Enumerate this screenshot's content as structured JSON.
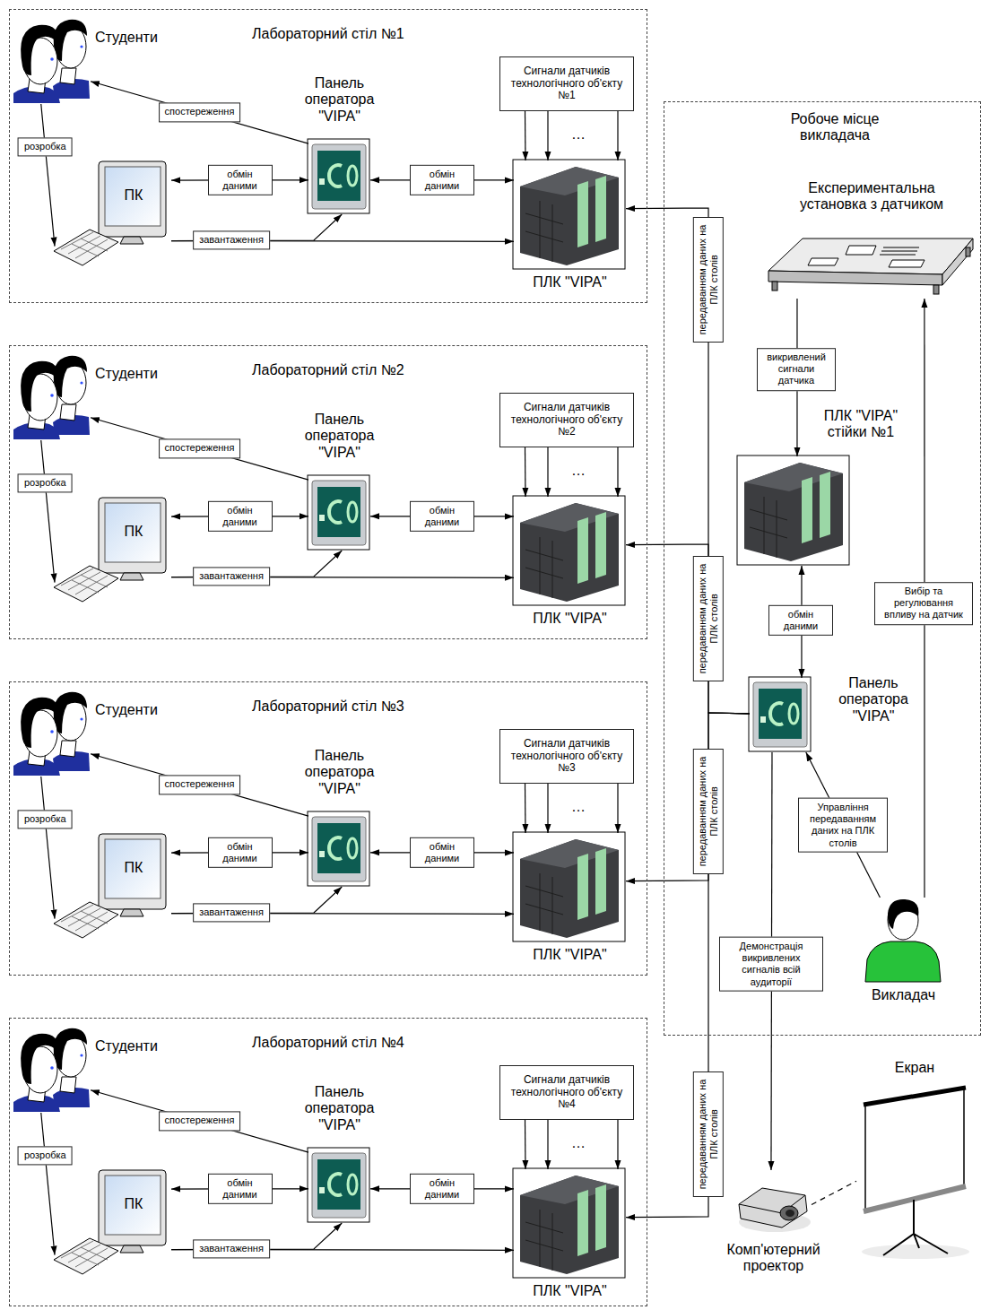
{
  "diagram": {
    "nodes": [
      {
        "text": [
          "Лабораторний стіл №1"
        ]
      },
      {
        "text": [
          "Студенти"
        ],
        "in": 0
      },
      {
        "text": [
          "ПК"
        ],
        "in": 0
      },
      {
        "text": [
          "Панель оператора \"VIPA\""
        ],
        "in": 0
      },
      {
        "text": [
          "ПЛК \"VIPA\""
        ],
        "in": 0
      },
      {
        "text": [
          "Сигнали датчиків технологічного об'єкту №1"
        ],
        "in": 0
      },
      {
        "text": [
          "Лабораторний стіл №2"
        ]
      },
      {
        "text": [
          "Студенти"
        ],
        "in": 6
      },
      {
        "text": [
          "ПК"
        ],
        "in": 6
      },
      {
        "text": [
          "Панель оператора \"VIPA\""
        ],
        "in": 6
      },
      {
        "text": [
          "ПЛК \"VIPA\""
        ],
        "in": 6
      },
      {
        "text": [
          "Сигнали датчиків технологічного об'єкту №2"
        ],
        "in": 6
      },
      {
        "text": [
          "Лабораторний стіл №3"
        ]
      },
      {
        "text": [
          "Студенти"
        ],
        "in": 12
      },
      {
        "text": [
          "ПК"
        ],
        "in": 12
      },
      {
        "text": [
          "Панель оператора \"VIPA\""
        ],
        "in": 12
      },
      {
        "text": [
          "ПЛК \"VIPA\""
        ],
        "in": 12
      },
      {
        "text": [
          "Сигнали датчиків технологічного об'єкту №3"
        ],
        "in": 12
      },
      {
        "text": [
          "Лабораторний стіл №4"
        ]
      },
      {
        "text": [
          "Студенти"
        ],
        "in": 18
      },
      {
        "text": [
          "ПК"
        ],
        "in": 18
      },
      {
        "text": [
          "Панель оператора \"VIPA\""
        ],
        "in": 18
      },
      {
        "text": [
          "ПЛК \"VIPA\""
        ],
        "in": 18
      },
      {
        "text": [
          "Сигнали датчиків технологічного об'єкту №4"
        ],
        "in": 18
      },
      {
        "text": [
          "Робоче місце викладача"
        ]
      },
      {
        "text": [
          "Експериментальна установка з датчиком"
        ],
        "in": 24
      },
      {
        "text": [
          "ПЛК \"VIPA\" стійки №1"
        ],
        "in": 24
      },
      {
        "text": [
          "Панель оператора \"VIPA\""
        ],
        "in": 24
      },
      {
        "text": [
          "Викладач"
        ],
        "in": 24
      },
      {
        "text": [
          "Комп'ютерний проектор"
        ]
      },
      {
        "text": [
          "Екран"
        ]
      }
    ],
    "edges": [
      {
        "from": 3,
        "to": 1,
        "arrow": "to",
        "label": "спостереження"
      },
      {
        "from": 1,
        "to": 2,
        "arrow": "to",
        "label": "розробка"
      },
      {
        "from": 2,
        "to": 3,
        "arrow": "both",
        "label": "обмін даними"
      },
      {
        "from": 3,
        "to": 4,
        "arrow": "both",
        "label": "обмін даними"
      },
      {
        "from": 2,
        "to": 4,
        "arrow": "to",
        "label": "завантаження"
      },
      {
        "from": 2,
        "to": 3,
        "arrow": "to"
      },
      {
        "from": 5,
        "to": 4,
        "arrow": "to"
      },
      {
        "from": 5,
        "to": 4,
        "arrow": "to"
      },
      {
        "from": 5,
        "to": 4,
        "arrow": "to"
      },
      {
        "from": 9,
        "to": 7,
        "arrow": "to",
        "label": "спостереження"
      },
      {
        "from": 7,
        "to": 8,
        "arrow": "to",
        "label": "розробка"
      },
      {
        "from": 8,
        "to": 9,
        "arrow": "both",
        "label": "обмін даними"
      },
      {
        "from": 9,
        "to": 10,
        "arrow": "both",
        "label": "обмін даними"
      },
      {
        "from": 8,
        "to": 10,
        "arrow": "to",
        "label": "завантаження"
      },
      {
        "from": 8,
        "to": 9,
        "arrow": "to"
      },
      {
        "from": 11,
        "to": 10,
        "arrow": "to"
      },
      {
        "from": 11,
        "to": 10,
        "arrow": "to"
      },
      {
        "from": 11,
        "to": 10,
        "arrow": "to"
      },
      {
        "from": 15,
        "to": 13,
        "arrow": "to",
        "label": "спостереження"
      },
      {
        "from": 13,
        "to": 14,
        "arrow": "to",
        "label": "розробка"
      },
      {
        "from": 14,
        "to": 15,
        "arrow": "both",
        "label": "обмін даними"
      },
      {
        "from": 15,
        "to": 16,
        "arrow": "both",
        "label": "обмін даними"
      },
      {
        "from": 14,
        "to": 16,
        "arrow": "to",
        "label": "завантаження"
      },
      {
        "from": 14,
        "to": 15,
        "arrow": "to"
      },
      {
        "from": 17,
        "to": 16,
        "arrow": "to"
      },
      {
        "from": 17,
        "to": 16,
        "arrow": "to"
      },
      {
        "from": 17,
        "to": 16,
        "arrow": "to"
      },
      {
        "from": 21,
        "to": 19,
        "arrow": "to",
        "label": "спостереження"
      },
      {
        "from": 19,
        "to": 20,
        "arrow": "to",
        "label": "розробка"
      },
      {
        "from": 20,
        "to": 21,
        "arrow": "both",
        "label": "обмін даними"
      },
      {
        "from": 21,
        "to": 22,
        "arrow": "both",
        "label": "обмін даними"
      },
      {
        "from": 20,
        "to": 22,
        "arrow": "to",
        "label": "завантаження"
      },
      {
        "from": 20,
        "to": 21,
        "arrow": "to"
      },
      {
        "from": 23,
        "to": 22,
        "arrow": "to"
      },
      {
        "from": 23,
        "to": 22,
        "arrow": "to"
      },
      {
        "from": 23,
        "to": 22,
        "arrow": "to"
      },
      {
        "from": 25,
        "to": 26,
        "arrow": "to",
        "label": "викривлений сигнали датчика"
      },
      {
        "from": 26,
        "to": 27,
        "arrow": "both",
        "label": "обмін даними"
      },
      {
        "from": 28,
        "to": 27,
        "arrow": "to",
        "label": "Управління передаванням даних на ПЛК столів"
      },
      {
        "from": 28,
        "to": 25,
        "arrow": "to",
        "label": "Вибір та регулювання впливу на датчик"
      },
      {
        "from": 27,
        "to": 29,
        "arrow": "to",
        "label": "Демонстрація викривлених сигналів всій аудиторії"
      },
      {
        "from": 29,
        "to": 30,
        "arrow": "none"
      },
      {
        "from": 27,
        "to": 4,
        "arrow": "to",
        "label": "передаванням даних на ПЛК столів"
      },
      {
        "from": 27,
        "to": 10,
        "arrow": "to",
        "label": "передаванням даних на ПЛК столів"
      },
      {
        "from": 27,
        "to": 16,
        "arrow": "to",
        "label": "передаванням даних на ПЛК столів"
      },
      {
        "from": 27,
        "to": 22,
        "arrow": "to",
        "label": "передаванням даних на ПЛК столів"
      }
    ],
    "labels": [
      "…",
      "…",
      "…",
      "…"
    ]
  }
}
